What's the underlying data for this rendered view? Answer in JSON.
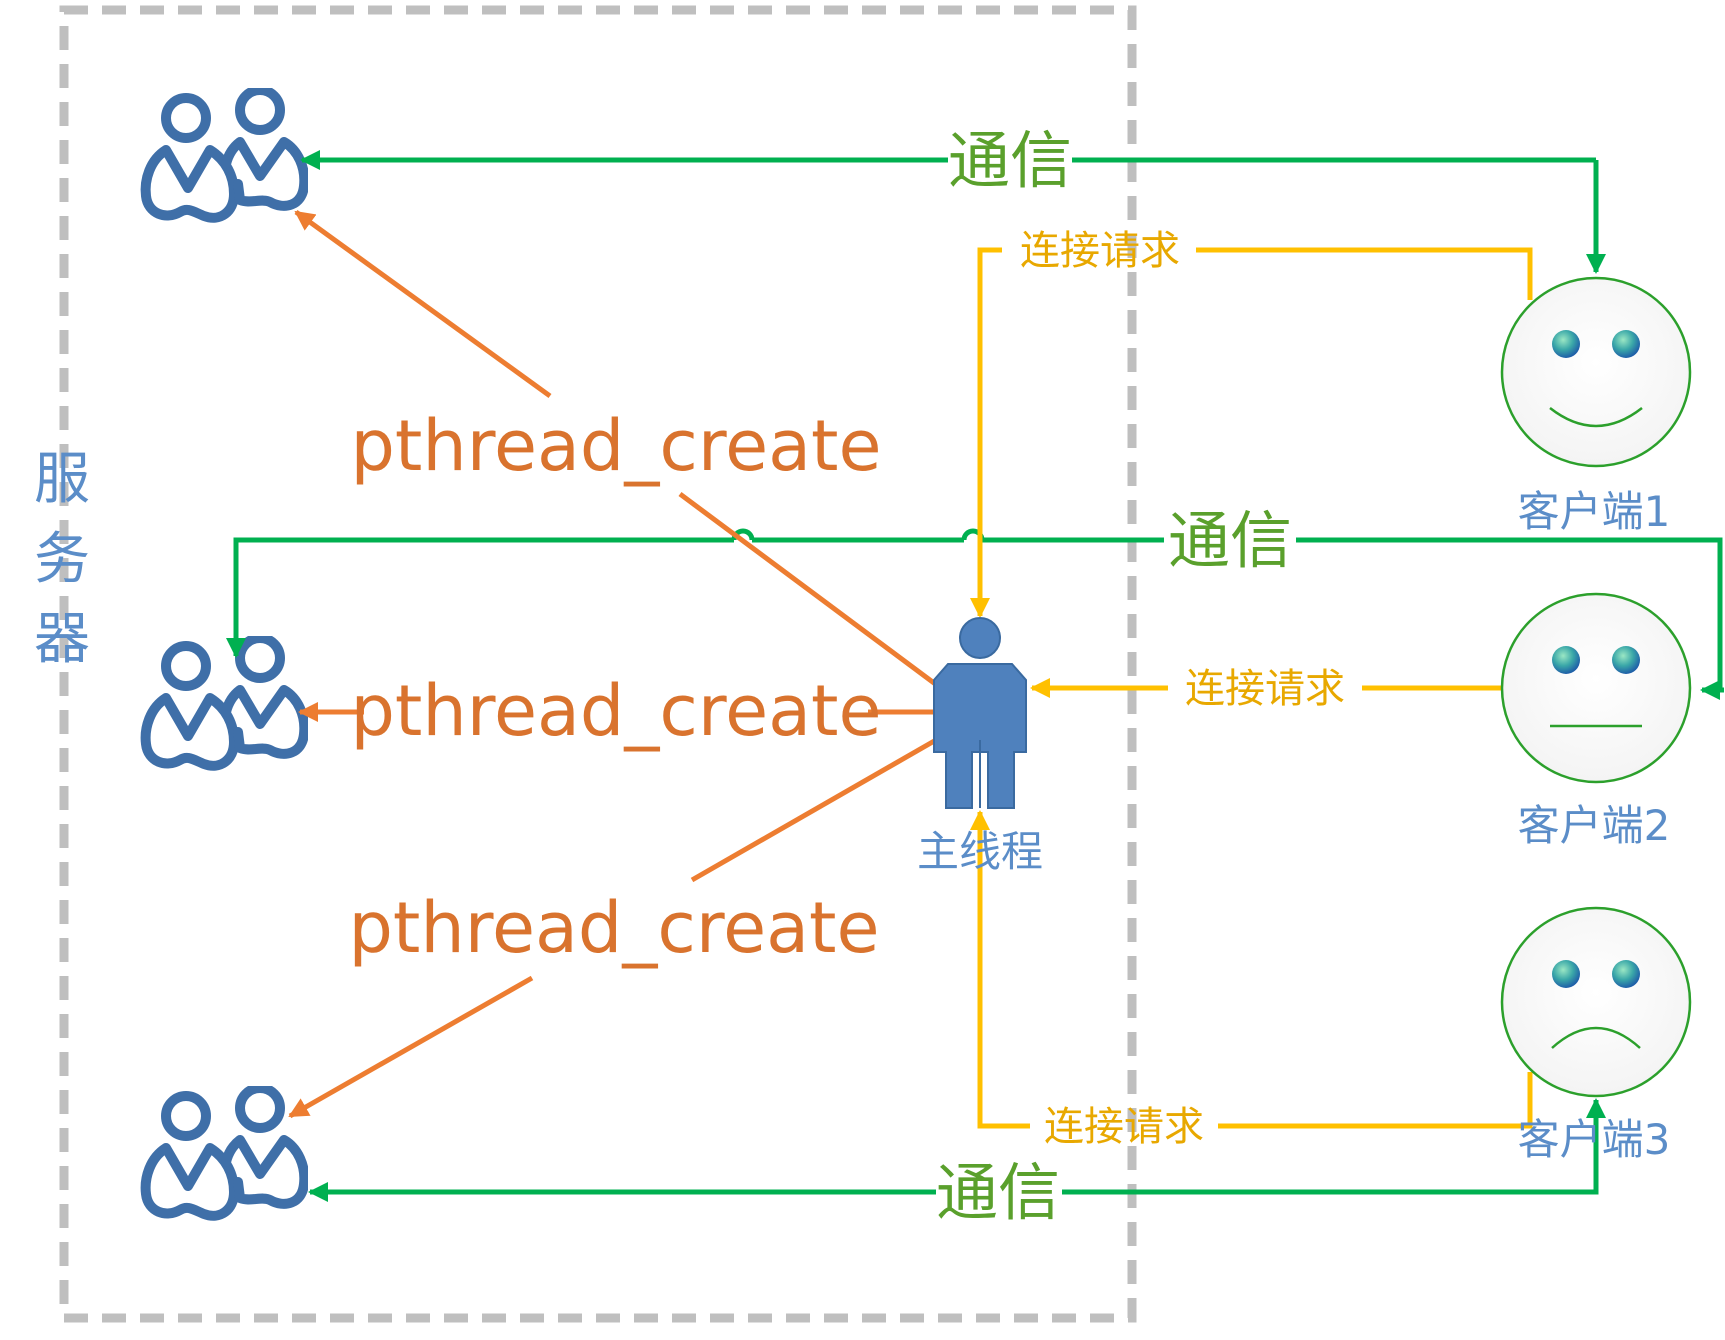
{
  "server": {
    "label_chars": [
      "服",
      "务",
      "器"
    ]
  },
  "main_thread": {
    "label": "主线程"
  },
  "pthread_labels": [
    "pthread_create",
    "pthread_create",
    "pthread_create"
  ],
  "comm_labels": [
    "通信",
    "通信",
    "通信"
  ],
  "request_labels": [
    "连接请求",
    "连接请求",
    "连接请求"
  ],
  "clients": [
    {
      "label": "客户端1",
      "mood": "happy"
    },
    {
      "label": "客户端2",
      "mood": "neutral"
    },
    {
      "label": "客户端3",
      "mood": "sad"
    }
  ],
  "colors": {
    "server_border": "#bfbfbf",
    "users": "#3f6fa8",
    "main_thread": "#4f81bd",
    "pthread": "#ed7d31",
    "comm": "#00b050",
    "request": "#ffc000",
    "client_outline": "#2ca02c"
  },
  "icons": {
    "worker": "user-group-icon",
    "main": "person-icon",
    "client": "smiley-face-icon"
  }
}
